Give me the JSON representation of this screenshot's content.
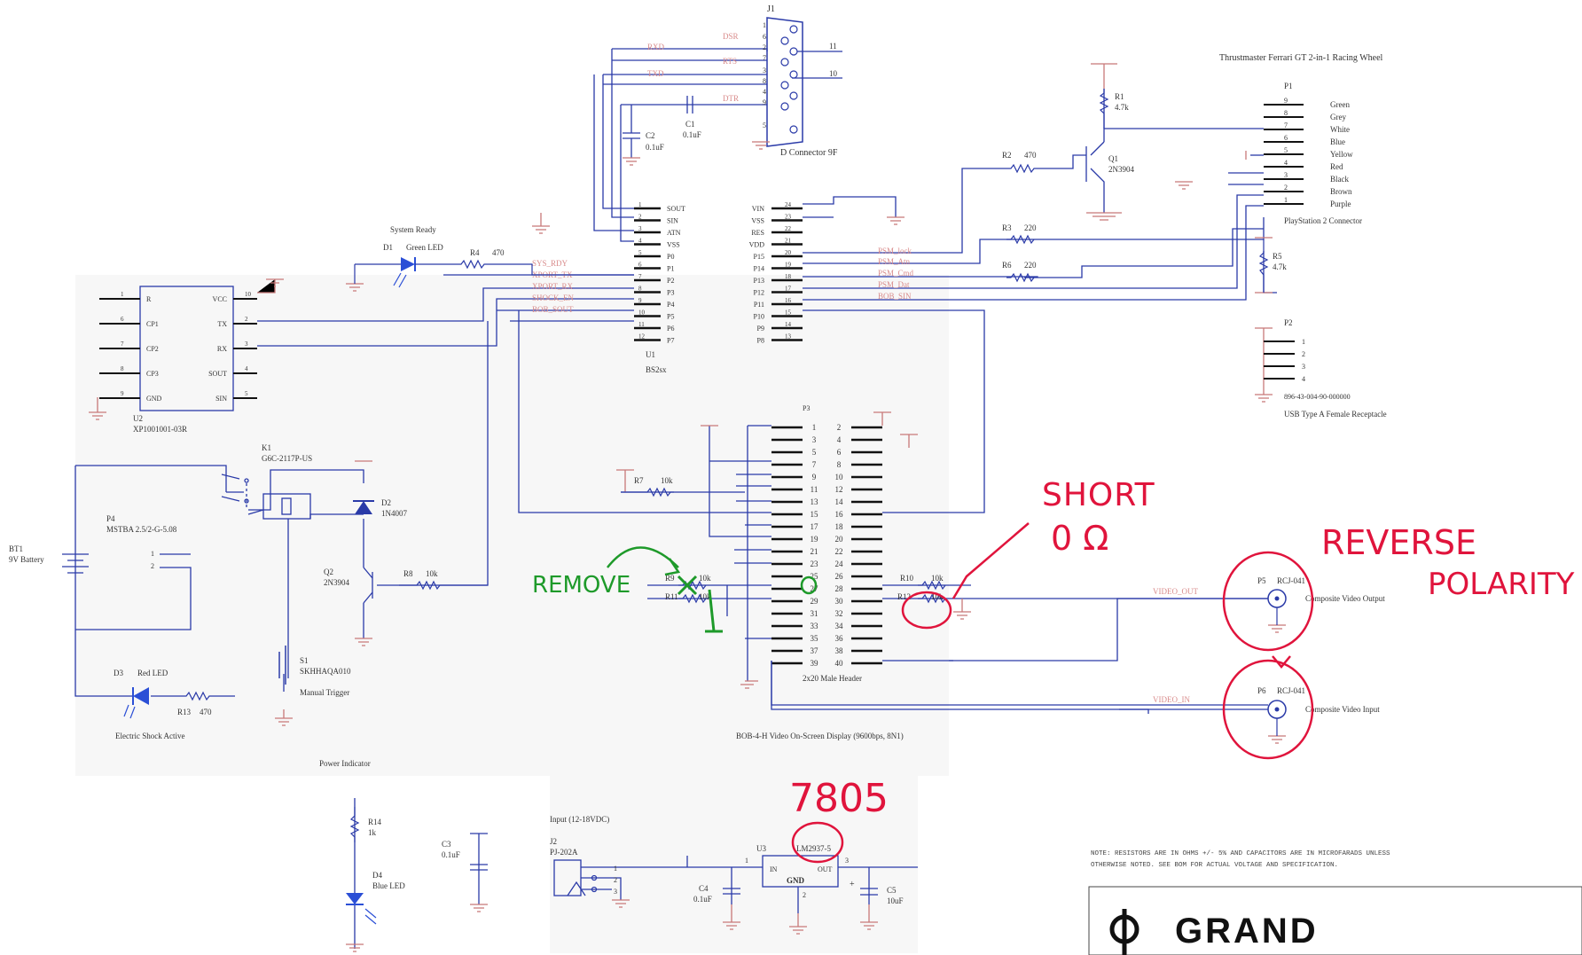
{
  "labels": {
    "j1_ref": "J1",
    "j1_name": "D Connector 9F",
    "j1_pins": [
      "1",
      "6",
      "2",
      "7",
      "3",
      "8",
      "4",
      "9",
      "5"
    ],
    "sig_rxd": "RXD",
    "sig_dsr": "DSR",
    "sig_rts": "RTS",
    "sig_txd": "TXD",
    "sig_dtr": "DTR",
    "j1_11": "11",
    "j1_10": "10",
    "c2": "C2",
    "c2_val": "0.1uF",
    "c1": "C1",
    "c1_val": "0.1uF",
    "r1": "R1",
    "r1_val": "4.7k",
    "q1": "Q1",
    "q1_val": "2N3904",
    "r2": "R2",
    "r2_val": "470",
    "r3": "R3",
    "r3_val": "220",
    "r6": "R6",
    "r6_val": "220",
    "r5": "R5",
    "r5_val": "4.7k",
    "wheel_title": "Thrustmaster Ferrari GT 2-in-1 Racing Wheel",
    "p1": "P1",
    "p1_pins": [
      "9",
      "8",
      "7",
      "6",
      "5",
      "4",
      "3",
      "2",
      "1"
    ],
    "p1_colors": [
      "Green",
      "Grey",
      "White",
      "Blue",
      "Yellow",
      "Red",
      "Black",
      "Brown",
      "Purple"
    ],
    "p1_name": "PlayStation 2 Connector",
    "p2": "P2",
    "p2_pins": [
      "1",
      "2",
      "3",
      "4"
    ],
    "p2_part": "896-43-004-90-000000",
    "p2_name": "USB Type A Female Receptacle",
    "u1_left": [
      "SOUT",
      "SIN",
      "ATN",
      "VSS",
      "P0",
      "P1",
      "P2",
      "P3",
      "P4",
      "P5",
      "P6",
      "P7"
    ],
    "u1_left_nums": [
      "1",
      "2",
      "3",
      "4",
      "5",
      "6",
      "7",
      "8",
      "9",
      "10",
      "11",
      "12"
    ],
    "u1_right": [
      "VIN",
      "VSS",
      "RES",
      "VDD",
      "P15",
      "P14",
      "P13",
      "P12",
      "P11",
      "P10",
      "P9",
      "P8"
    ],
    "u1_right_nums": [
      "24",
      "23",
      "22",
      "21",
      "20",
      "19",
      "18",
      "17",
      "16",
      "15",
      "14",
      "13"
    ],
    "u1_ref": "U1",
    "u1_name": "BS2sx",
    "net_sys_rdy": "SYS_RDY",
    "net_xport_tx": "XPORT_TX",
    "net_xport_rx": "XPORT_RX",
    "net_shock_en": "SHOCK_EN",
    "net_bob_sout": "BOB_SOUT",
    "net_ps_clock": "PSM_lock",
    "net_ps_atn": "PSM_Atn",
    "net_ps_cmd": "PSM_Cmd",
    "net_ps_dat": "PSM_Dat",
    "net_bob_sin": "BOB_SIN",
    "d1_caption": "System Ready",
    "d1": "D1",
    "d1_val": "Green LED",
    "r4": "R4",
    "r4_val": "470",
    "u2_left": [
      "R",
      "CP1",
      "CP2",
      "CP3",
      "GND"
    ],
    "u2_left_nums": [
      "1",
      "6",
      "7",
      "8",
      "9"
    ],
    "u2_right": [
      "VCC",
      "TX",
      "RX",
      "SOUT",
      "SIN"
    ],
    "u2_right_nums": [
      "10",
      "2",
      "3",
      "4",
      "5"
    ],
    "u2_ref": "U2",
    "u2_name": "XP1001001-03R",
    "k1": "K1",
    "k1_val": "G6C-2117P-US",
    "p4": "P4",
    "p4_val": "MSTBA 2.5/2-G-5.08",
    "p4_pins": [
      "1",
      "2"
    ],
    "bt1": "BT1",
    "bt1_val": "9V Battery",
    "d2": "D2",
    "d2_val": "1N4007",
    "q2": "Q2",
    "q2_val": "2N3904",
    "r8": "R8",
    "r8_val": "10k",
    "d3": "D3",
    "d3_val": "Red LED",
    "r13": "R13",
    "r13_val": "470",
    "shock_caption": "Electric Shock Active",
    "s1": "S1",
    "s1_val": "SKHHAQA010",
    "s1_caption": "Manual Trigger",
    "power_caption": "Power Indicator",
    "p3": "P3",
    "p3_name": "2x20 Male Header",
    "p3_left": [
      "1",
      "3",
      "5",
      "7",
      "9",
      "11",
      "13",
      "15",
      "17",
      "19",
      "21",
      "23",
      "25",
      "27",
      "29",
      "31",
      "33",
      "35",
      "37",
      "39"
    ],
    "p3_right": [
      "2",
      "4",
      "6",
      "8",
      "10",
      "12",
      "14",
      "16",
      "18",
      "20",
      "22",
      "24",
      "26",
      "28",
      "30",
      "32",
      "34",
      "36",
      "38",
      "40"
    ],
    "r7": "R7",
    "r7_val": "10k",
    "r9": "R9",
    "r9_val": "10k",
    "r11": "R11",
    "r11_val": "10k",
    "r10": "R10",
    "r10_val": "10k",
    "r12": "R12",
    "r12_val": "10k",
    "bob_caption": "BOB-4-H Video On-Screen Display (9600bps, 8N1)",
    "video_out": "VIDEO_OUT",
    "video_in": "VIDEO_IN",
    "p5": "P5",
    "p5_val": "RCJ-041",
    "p5_name": "Composite Video Output",
    "p6": "P6",
    "p6_val": "RCJ-041",
    "p6_name": "Composite Video Input",
    "r14": "R14",
    "r14_val": "1k",
    "d4": "D4",
    "d4_val": "Blue LED",
    "c3": "C3",
    "c3_val": "0.1uF",
    "input_caption": "Input (12-18VDC)",
    "j2": "J2",
    "j2_val": "PJ-202A",
    "j2_pins": [
      "1",
      "2",
      "3"
    ],
    "u3": "U3",
    "u3_val": "LM2937-5",
    "u3_in": "IN",
    "u3_out": "OUT",
    "u3_gnd": "GND",
    "u3_pin_in": "1",
    "u3_pin_out": "3",
    "u3_pin_gnd": "2",
    "c4": "C4",
    "c4_val": "0.1uF",
    "c5": "C5",
    "c5_val": "10uF",
    "c5_plus": "+",
    "note": "NOTE: RESISTORS ARE IN OHMS +/- 5% AND CAPACITORS ARE IN MICROFARADS UNLESS OTHERWISE NOTED. SEE BOM FOR ACTUAL VOLTAGE AND SPECIFICATION.",
    "logo": "GRAND"
  },
  "annotations": {
    "short_line1": "SHORT",
    "short_line2": "0 Ω",
    "reverse_line1": "REVERSE",
    "reverse_line2": "POLARITY",
    "remove": "REMOVE",
    "part_7805": "7805"
  },
  "colors": {
    "wire": "#2a3aa8",
    "part": "#1a1a1a",
    "label": "#333333",
    "net": "#d98c8c",
    "ground": "#c87878",
    "red_ink": "#e0143c",
    "green_ink": "#1e9a2a",
    "led": "#2b4fd6"
  }
}
